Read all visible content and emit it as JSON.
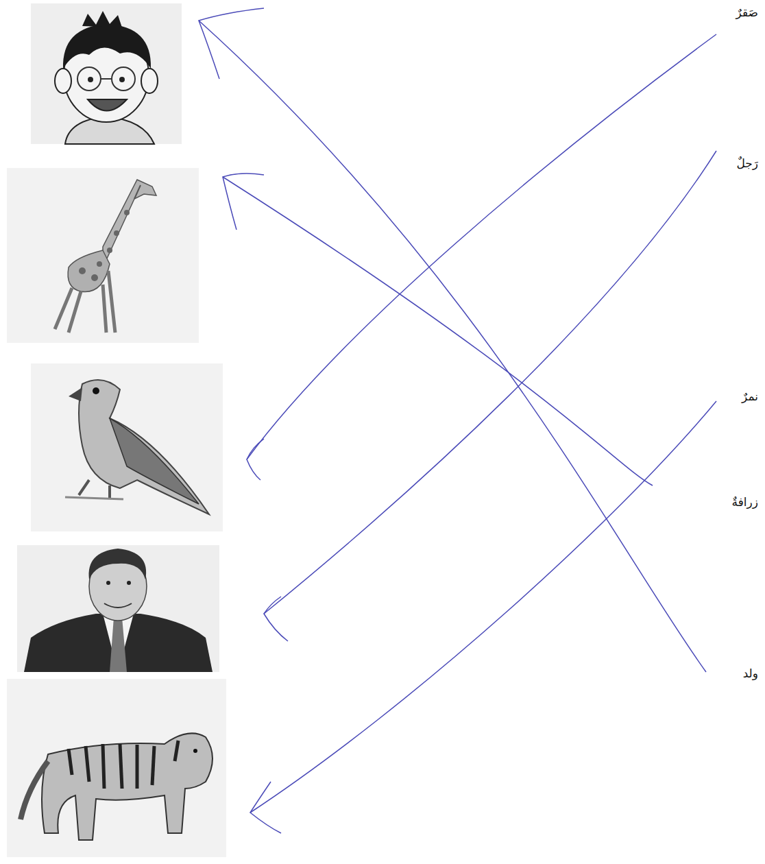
{
  "diagram": {
    "labels": [
      "صَقرٌ",
      "رَجلٌ",
      "نمرٌ",
      "زرافةٌ",
      "ولد"
    ]
  }
}
